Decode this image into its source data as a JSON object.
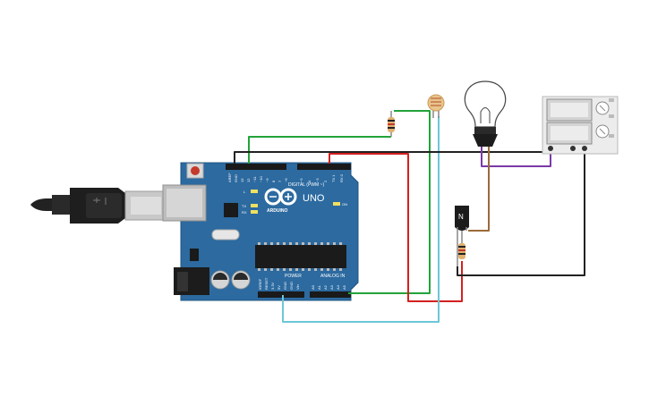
{
  "board": {
    "brand": "ARDUINO",
    "model": "UNO",
    "digital_header": "DIGITAL (PWM ~)",
    "analog_header": "ANALOG IN",
    "power_header": "POWER",
    "on_label": "ON",
    "l_label": "L",
    "tx_label": "TX",
    "rx_label": "RX",
    "digital_pins": [
      "AREF",
      "GND",
      "13",
      "12",
      "~11",
      "~10",
      "~9",
      "8",
      "7",
      "~6",
      "~5",
      "4",
      "~3",
      "2",
      "TX 1",
      "RX 0"
    ],
    "power_pins": [
      "IOREF",
      "RESET",
      "3.3V",
      "5V",
      "GND",
      "GND",
      "Vin"
    ],
    "analog_pins": [
      "A0",
      "A1",
      "A2",
      "A3",
      "A4",
      "A5"
    ]
  },
  "transistor": {
    "label": "N"
  },
  "colors": {
    "board": "#2c6aa0",
    "wire_green": "#22a33a",
    "wire_red": "#d42020",
    "wire_black": "#222222",
    "wire_cyan": "#6cc7d6",
    "wire_purple": "#7a3aa8",
    "wire_brown": "#9a6a3a"
  },
  "icons": [
    "usb-cable-icon",
    "reset-button-icon",
    "arduino-logo-icon",
    "photoresistor-icon",
    "light-bulb-icon",
    "relay-module-icon",
    "resistor-icon"
  ]
}
